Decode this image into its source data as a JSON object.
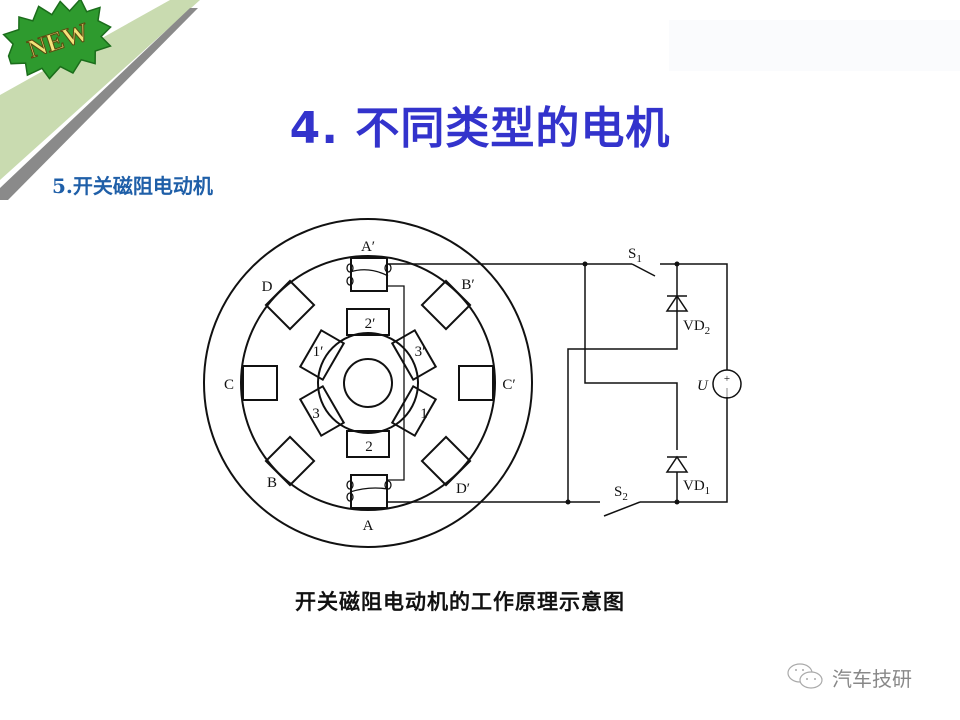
{
  "slide": {
    "title": "4. 不同类型的电机",
    "subtitle": "5.开关磁阻电动机",
    "caption": "开关磁阻电动机的工作原理示意图",
    "badge": "NEW",
    "watermark": "汽车技研",
    "colors": {
      "title": "#3333cc",
      "subtitle": "#1f5fa8",
      "banner": "#c9dbb0",
      "banner_shadow": "#888888",
      "badge_green": "#2e9a2e",
      "badge_text": "#f4e27a"
    }
  },
  "diagram": {
    "stator_poles": {
      "A": "A",
      "A_prime": "A′",
      "B": "B",
      "B_prime": "B′",
      "C": "C",
      "C_prime": "C′",
      "D": "D",
      "D_prime": "D′"
    },
    "rotor_poles": {
      "p1": "1",
      "p1_prime": "1′",
      "p2": "2",
      "p2_prime": "2′",
      "p3": "3",
      "p3_prime": "3′"
    },
    "circuit": {
      "switch_1": "S",
      "switch_1_sub": "1",
      "switch_2": "S",
      "switch_2_sub": "2",
      "diode_1": "VD",
      "diode_1_sub": "1",
      "diode_2": "VD",
      "diode_2_sub": "2",
      "source": "U",
      "source_plus": "+",
      "source_minus": "|"
    }
  }
}
